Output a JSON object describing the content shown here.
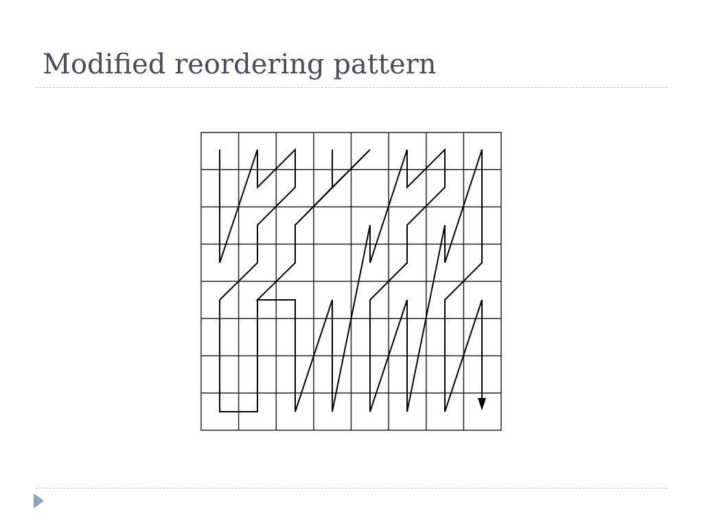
{
  "slide": {
    "title": "Modified reordering pattern"
  },
  "diagram": {
    "kind": "grid-scan-path",
    "grid_rows": 8,
    "grid_cols": 8,
    "path_end_marker": "arrowhead",
    "stroke_color": "#000000"
  },
  "navigation": {
    "icon": "play-triangle-icon",
    "color": "#8fa3bf"
  },
  "colors": {
    "title": "#4a4a5a",
    "divider": "#b7bdc8"
  }
}
